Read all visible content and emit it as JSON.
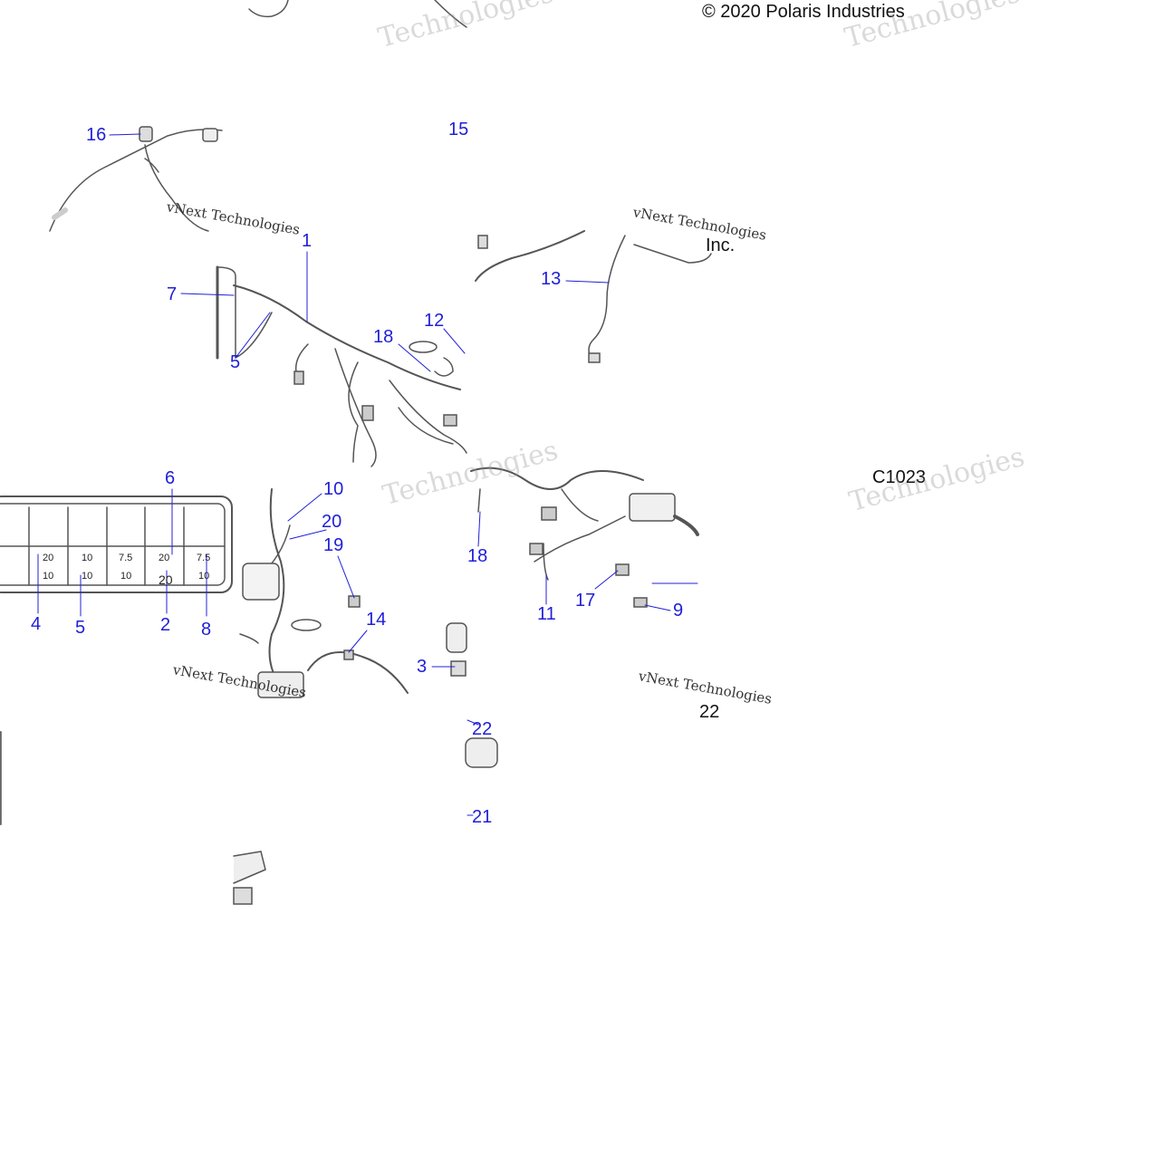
{
  "header": {
    "copyright": "© 2020 Polaris Industries",
    "inc": "Inc."
  },
  "figure_id": "C1023",
  "watermark": {
    "brand": "vNext Technologies",
    "word": "Technologies"
  },
  "callouts": {
    "c1": "1",
    "c2": "2",
    "c3": "3",
    "c4": "4",
    "c5": "5",
    "c5b": "5",
    "c6": "6",
    "c7": "7",
    "c8": "8",
    "c9": "9",
    "c10": "10",
    "c11": "11",
    "c12": "12",
    "c13": "13",
    "c14": "14",
    "c15": "15",
    "c16": "16",
    "c17": "17",
    "c18a": "18",
    "c18b": "18",
    "c19": "19",
    "c20": "20",
    "c21": "21",
    "c22a": "22",
    "c22b": "22"
  },
  "fuse_box": {
    "top_row": [
      "20",
      "10",
      "7.5",
      "20",
      "7.5"
    ],
    "bottom_row": [
      "10",
      "10",
      "10",
      "20",
      "10"
    ]
  },
  "colors": {
    "callout": "#2020d8",
    "line": "#555555",
    "text": "#111111"
  }
}
